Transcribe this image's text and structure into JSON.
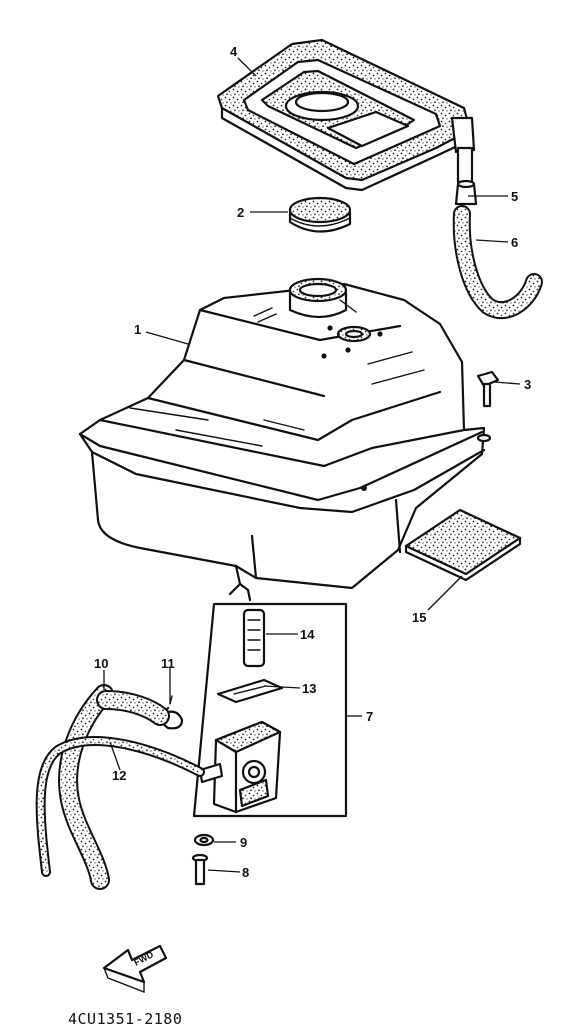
{
  "diagram_code": "4CU1351-2180",
  "fwd_label": "FWD",
  "callouts": {
    "c1": "1",
    "c2": "2",
    "c3": "3",
    "c4": "4",
    "c5": "5",
    "c6": "6",
    "c7": "7",
    "c8": "8",
    "c9": "9",
    "c10": "10",
    "c11": "11",
    "c12": "12",
    "c13": "13",
    "c14": "14",
    "c15": "15"
  },
  "ink_color": "#111111",
  "paper_color": "#ffffff",
  "icons": {
    "fwd": "forward-arrow-icon"
  }
}
